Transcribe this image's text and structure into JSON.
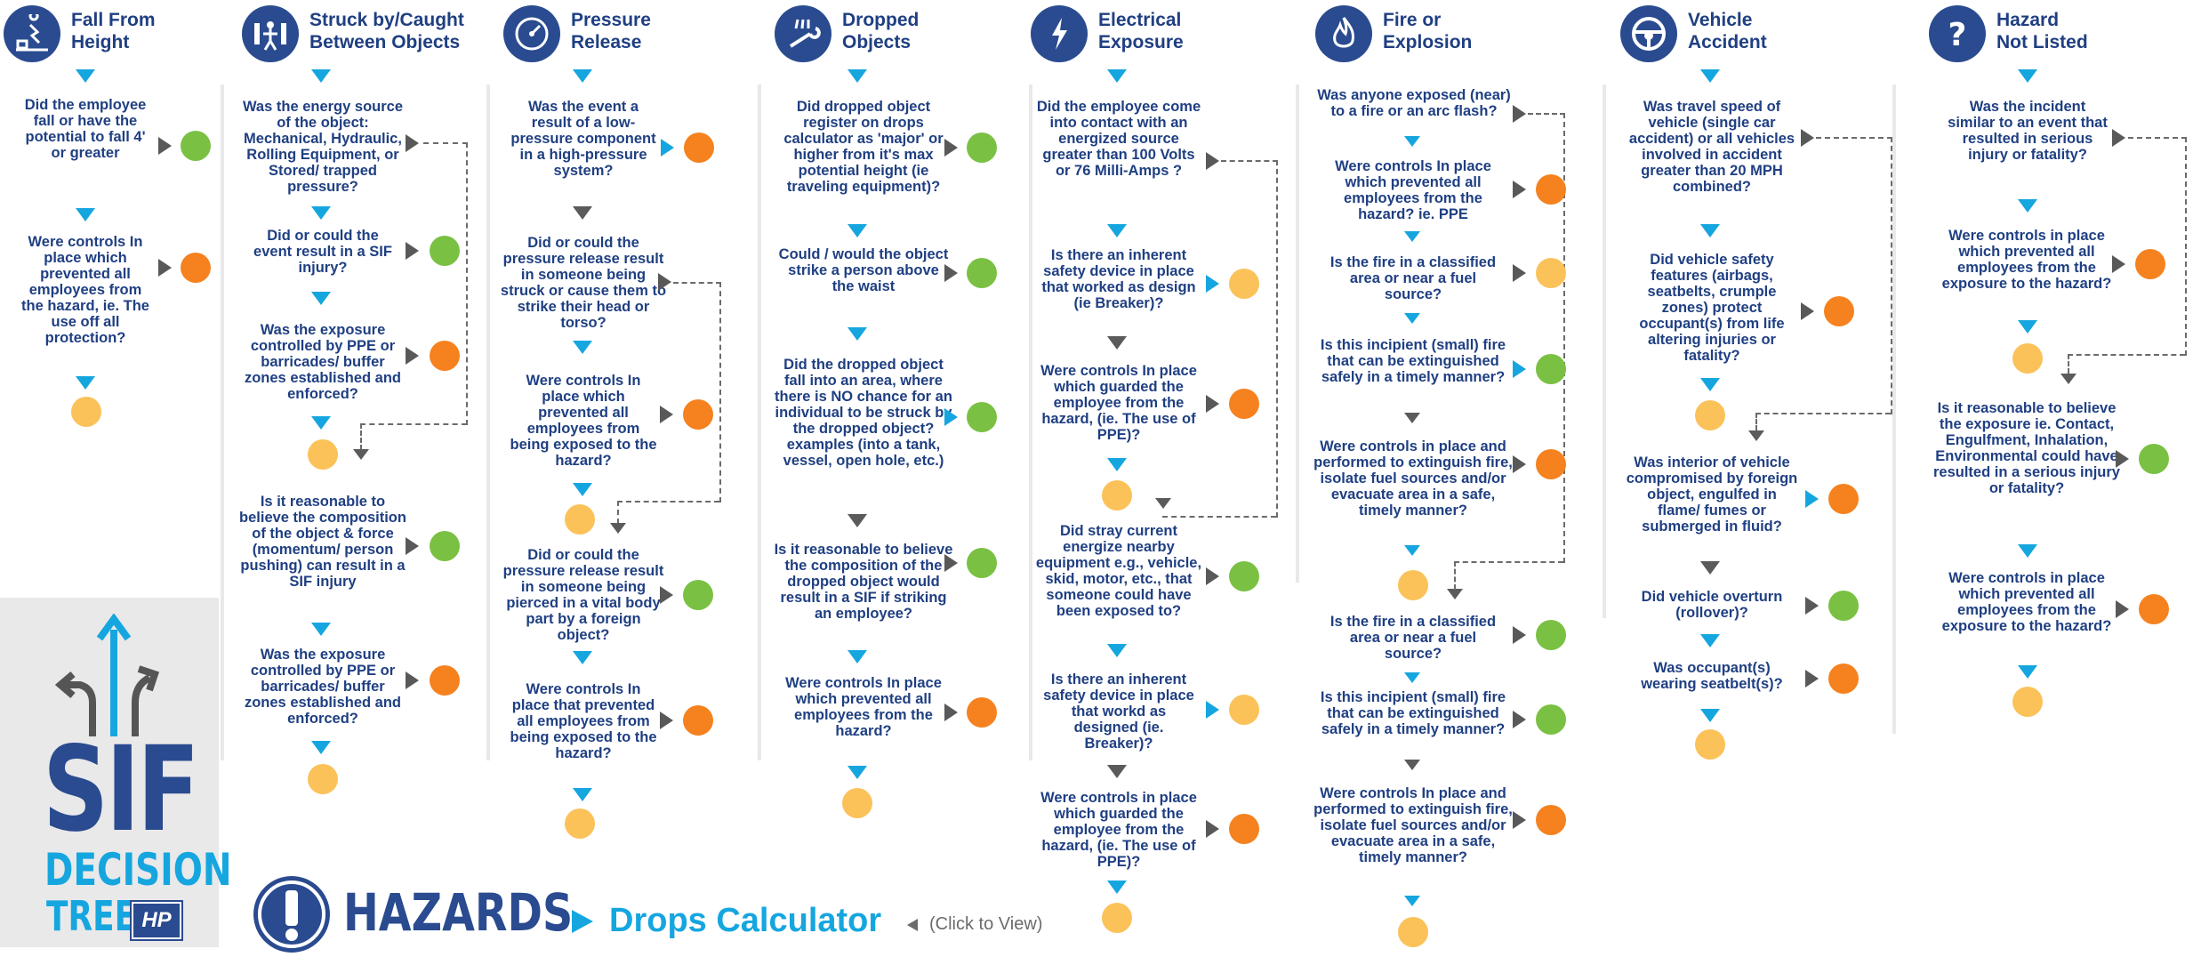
{
  "colors": {
    "navy": "#1f3f82",
    "icon_bg": "#2a4b8f",
    "arrow_blue": "#16a6df",
    "gray": "#5b5b5b",
    "green": "#7ac143",
    "orange": "#f5821f",
    "yellow": "#fbc25a"
  },
  "columns": [
    {
      "title": "Fall From\nHeight",
      "icon": "falling-person-icon",
      "questions": [
        "Did the employee fall or have the potential to fall 4' or greater",
        "Were controls In place which prevented all employees from the hazard, ie. The use off all protection?"
      ]
    },
    {
      "title": "Struck by/Caught\nBetween Objects",
      "icon": "crush-icon",
      "questions": [
        "Was the energy source of the object: Mechanical, Hydraulic, Rolling Equipment, or Stored/ trapped pressure?",
        "Did or could the event result in a SIF injury?",
        "Was the exposure controlled by PPE or barricades/ buffer zones established and enforced?",
        "Is it reasonable to believe the composition of the object & force (momentum/ person pushing) can result in a SIF injury",
        "Was the exposure controlled by PPE or barricades/ buffer zones established and enforced?"
      ]
    },
    {
      "title": "Pressure\nRelease",
      "icon": "pressure-gauge-icon",
      "questions": [
        "Was the event a result of a low-pressure component in a high-pressure system?",
        "Did or could the pressure release result in someone being struck or cause them to strike their head or torso?",
        "Were controls In place which prevented all employees from being exposed to the hazard?",
        "Did or could the pressure release result in someone being pierced in a vital body part by a foreign object?",
        "Were controls In place that prevented all employees from being exposed to the hazard?"
      ]
    },
    {
      "title": "Dropped\nObjects",
      "icon": "dropped-tool-icon",
      "questions": [
        "Did dropped object register on drops calculator as 'major' or higher from it's max potential height (ie traveling equipment)?",
        "Could / would the object strike a person above the waist",
        "Did the dropped object fall into an area, where there is NO chance for an individual to be struck by the dropped object? examples (into a tank, vessel, open hole, etc.)",
        "Is it reasonable to believe the composition of the dropped object would result in a SIF if striking an employee?",
        "Were controls In place which prevented all employees from the hazard?"
      ]
    },
    {
      "title": "Electrical\nExposure",
      "icon": "lightning-icon",
      "questions": [
        "Did the employee come into contact with an energized source greater than 100 Volts or 76 Milli-Amps ?",
        "Is there an inherent safety device in place that worked as design (ie Breaker)?",
        "Were controls In place which guarded the employee from the hazard, (ie. The use of PPE)?",
        "Did stray current energize nearby equipment e.g., vehicle, skid, motor, etc., that someone could have been exposed to?",
        "Is there an inherent safety device in place that workd as designed (ie. Breaker)?",
        "Were controls in place which guarded the employee from the hazard, (ie. The use of PPE)?"
      ]
    },
    {
      "title": "Fire or\nExplosion",
      "icon": "flame-icon",
      "questions": [
        "Was anyone exposed (near) to a fire or an arc flash?",
        "Were controls In place which prevented all employees from the hazard? ie. PPE",
        "Is the fire in a classified area or near a fuel source?",
        "Is this incipient (small) fire that can be extinguished safely in a timely manner?",
        "Were controls in place and performed to extinguish fire, isolate fuel sources and/or evacuate area in a safe, timely manner?",
        "Is the fire in a classified area or near a fuel source?",
        "Is this incipient (small) fire that can be extinguished safely in a timely manner?",
        "Were controls In place and performed to extinguish fire, isolate fuel sources and/or evacuate area in a safe, timely manner?"
      ]
    },
    {
      "title": "Vehicle\nAccident",
      "icon": "steering-wheel-icon",
      "questions": [
        "Was travel speed of vehicle (single car accident) or all vehicles involved in accident greater than 20 MPH combined?",
        "Did vehicle safety features (airbags, seatbelts, crumple zones) protect occupant(s) from life altering injuries or fatality?",
        "Was interior of vehicle compromised by foreign object, engulfed in flame/ fumes or submerged in fluid?",
        "Did vehicle overturn (rollover)?",
        "Was occupant(s) wearing seatbelt(s)?"
      ]
    },
    {
      "title": "Hazard\nNot Listed",
      "icon": "question-mark-icon",
      "questions": [
        "Was the incident similar to an event that resulted in serious injury or fatality?",
        "Were controls in place which prevented all employees from the exposure to the hazard?",
        "Is it reasonable to believe the exposure ie. Contact, Engulfment, Inhalation, Environmental could have resulted in a serious injury or fatality?",
        "Were controls in place which prevented all employees from the exposure to the hazard?"
      ]
    }
  ],
  "logo": {
    "line1": "SIF",
    "line2": "DECISION",
    "line3": "TREE",
    "brand": "HP"
  },
  "footer": {
    "hazards_label": "HAZARDS",
    "drops_label": "Drops Calculator",
    "click_label": "(Click to View)"
  }
}
